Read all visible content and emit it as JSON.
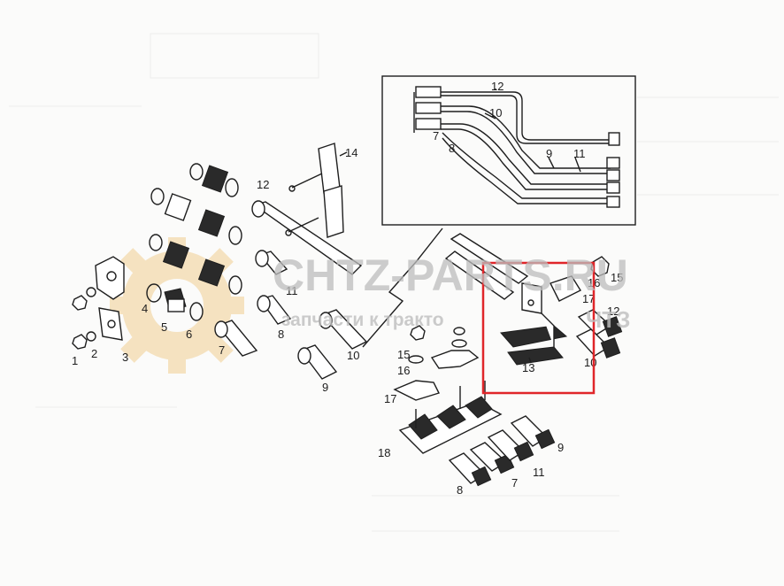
{
  "watermark": {
    "brand": "CHTZ-PARTS.RU",
    "slogan_left": "запчасти к тракто",
    "slogan_right": "ЧТЗ"
  },
  "highlight": {
    "color": "#e0262a",
    "part": "13"
  },
  "callouts": {
    "c1": "1",
    "c2": "2",
    "c3": "3",
    "c4": "4",
    "c5": "5",
    "c6": "6",
    "c7a": "7",
    "c8a": "8",
    "c9a": "9",
    "c10a": "10",
    "c11a": "11",
    "c12a": "12",
    "c14": "14",
    "c15a": "15",
    "c16a": "16",
    "c17a": "17",
    "c15b": "15",
    "c16b": "16",
    "c17b": "17",
    "c12b": "12",
    "c13": "13",
    "c10b": "10",
    "c18": "18",
    "c9b": "9",
    "c11b": "11",
    "c7b": "7",
    "c8b": "8",
    "inset12": "12",
    "inset10": "10",
    "inset7": "7",
    "inset8": "8",
    "inset9": "9",
    "inset11": "11"
  }
}
